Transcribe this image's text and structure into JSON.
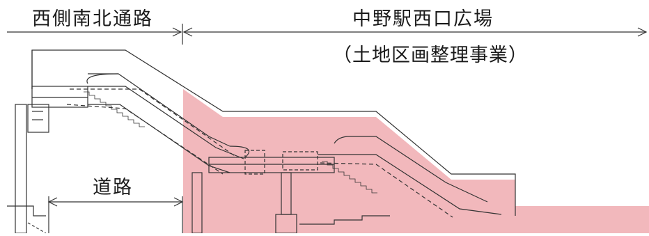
{
  "labels": {
    "left_area": "西側南北通路",
    "right_area": "中野駅西口広場",
    "right_area_note": "（土地区画整理事業）",
    "road": "道路"
  },
  "colors": {
    "highlight": "#f2b8bc",
    "line": "#333333"
  }
}
